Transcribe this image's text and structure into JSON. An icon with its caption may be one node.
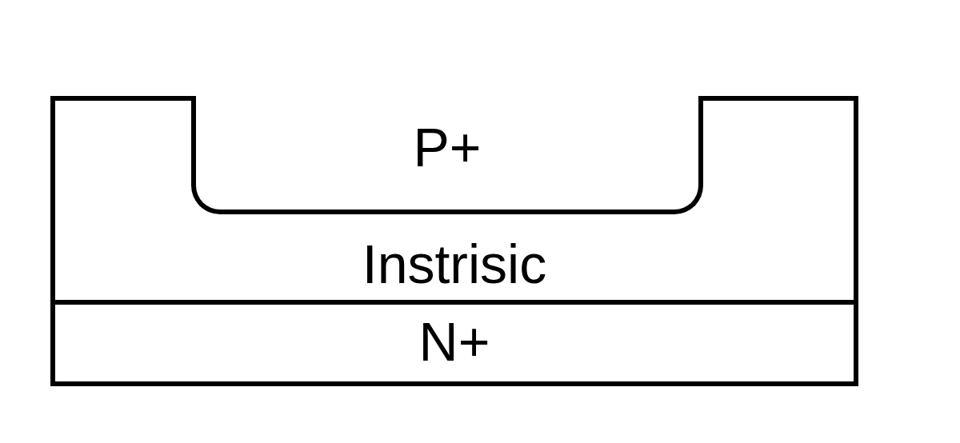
{
  "diagram": {
    "nodes": [
      {
        "text": [
          "Instrisic"
        ]
      },
      {
        "text": [
          "P+"
        ],
        "in": 0
      },
      {
        "text": [
          "N+"
        ]
      }
    ]
  }
}
